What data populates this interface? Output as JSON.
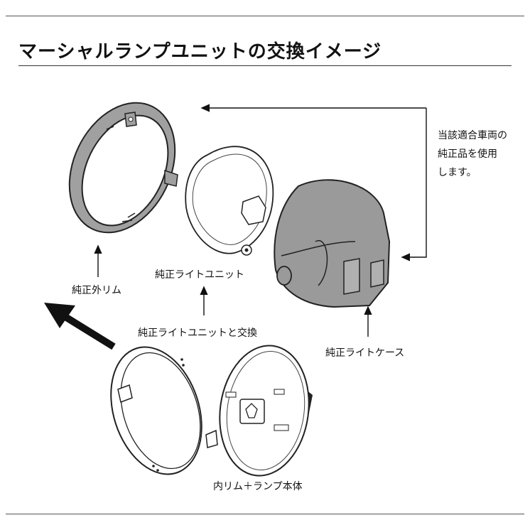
{
  "title": "マーシャルランプユニットの交換イメージ",
  "labels": {
    "outer_rim": "純正外リム",
    "light_unit": "純正ライトユニット",
    "exchange": "純正ライトユニットと交換",
    "case": "純正ライトケース",
    "inner_rim_lamp": "内リム＋ランプ本体",
    "note_line1": "当該適合車両の",
    "note_line2": "純正品を使用",
    "note_line3": "します。"
  }
}
